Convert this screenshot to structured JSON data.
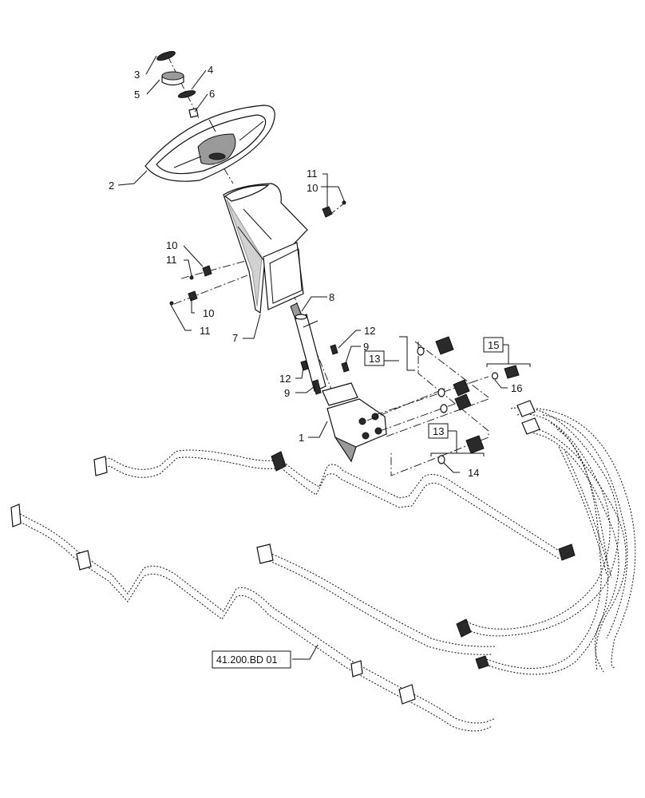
{
  "callouts": [
    {
      "id": "c3",
      "text": "3"
    },
    {
      "id": "c4",
      "text": "4"
    },
    {
      "id": "c5",
      "text": "5"
    },
    {
      "id": "c6",
      "text": "6"
    },
    {
      "id": "c2",
      "text": "2"
    },
    {
      "id": "c11a",
      "text": "11"
    },
    {
      "id": "c10a",
      "text": "10"
    },
    {
      "id": "c10b",
      "text": "10"
    },
    {
      "id": "c11b",
      "text": "11"
    },
    {
      "id": "c10c",
      "text": "10"
    },
    {
      "id": "c11c",
      "text": "11"
    },
    {
      "id": "c7",
      "text": "7"
    },
    {
      "id": "c8",
      "text": "8"
    },
    {
      "id": "c12a",
      "text": "12"
    },
    {
      "id": "c9a",
      "text": "9"
    },
    {
      "id": "c12b",
      "text": "12"
    },
    {
      "id": "c9b",
      "text": "9"
    },
    {
      "id": "c1",
      "text": "1"
    },
    {
      "id": "c13a",
      "text": "13"
    },
    {
      "id": "c15",
      "text": "15"
    },
    {
      "id": "c16",
      "text": "16"
    },
    {
      "id": "c13b",
      "text": "13"
    },
    {
      "id": "c14",
      "text": "14"
    }
  ],
  "reference": {
    "text": "41.200.BD 01"
  }
}
